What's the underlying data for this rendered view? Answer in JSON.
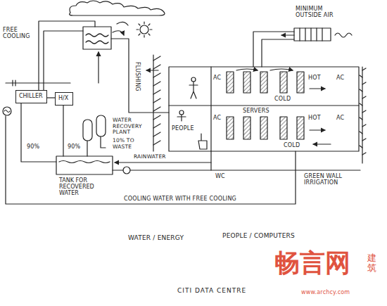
{
  "diagram": {
    "title": "CITI DATA CENTRE",
    "nodes": [
      {
        "text": [
          "CHILLER"
        ]
      },
      {
        "text": [
          "H/X"
        ]
      },
      {
        "text": [
          "TANK FOR RECOVERED WATER"
        ]
      }
    ],
    "edges": [
      {
        "from": 0,
        "to": 1,
        "arrow": "none"
      }
    ],
    "labels": [
      "FREE COOLING",
      "FLUSHING",
      "WATER RECOVERY PLANT",
      "10% TO WASTE",
      "90%",
      "90%",
      "RAINWATER",
      "MINIMUM OUTSIDE AIR",
      "AC",
      "HOT",
      "AC",
      "COLD",
      "AC",
      "SERVERS",
      "HOT",
      "AC",
      "COLD",
      "PEOPLE",
      "WC",
      "GREEN WALL IRRIGATION",
      "COOLING WATER WITH FREE COOLING",
      "WATER / ENERGY",
      "PEOPLE / COMPUTERS",
      "畅言网",
      "建筑",
      "www.archcy.com"
    ]
  }
}
